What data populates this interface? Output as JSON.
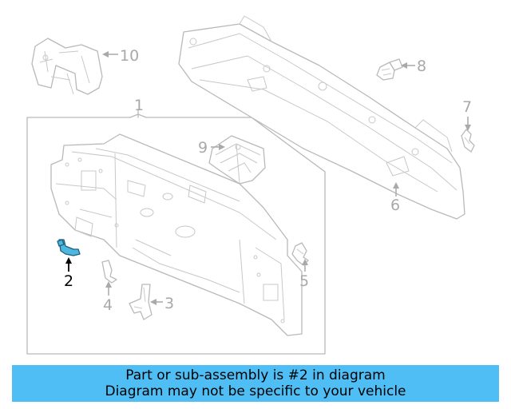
{
  "callouts": {
    "c1": "1",
    "c2": "2",
    "c3": "3",
    "c4": "4",
    "c5": "5",
    "c6": "6",
    "c7": "7",
    "c8": "8",
    "c9": "9",
    "c10": "10"
  },
  "highlight": {
    "part_number": "2",
    "color": "#4fb7dd"
  },
  "banner": {
    "line1": "Part or sub-assembly is #2 in diagram",
    "line2": "Diagram may not be specific to your vehicle",
    "background": "#4fbef5"
  }
}
